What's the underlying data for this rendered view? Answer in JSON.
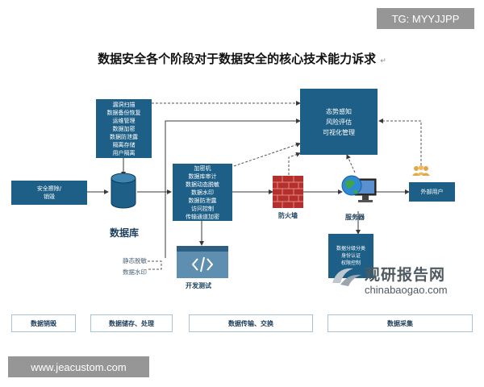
{
  "title": "数据安全各个阶段对于数据安全的核心技术能力诉求",
  "title_mark": "↵",
  "top_tag": "TG: MYYJJPP",
  "bottom_tag": "www.jeacustom.com",
  "boxes": {
    "security_erase": [
      "安全擦除/",
      "销毁"
    ],
    "storage": [
      "漏洞扫描",
      "数据备份恢复",
      "运维管理",
      "数据加密",
      "数据防泄露",
      "隔离存储",
      "用户隔离"
    ],
    "transfer": [
      "加密机",
      "数据库审计",
      "数据动态脱敏",
      "数据水印",
      "数据防泄露",
      "访问控制",
      "传输通道加密"
    ],
    "monitor": [
      "态势感知",
      "风险评估",
      "可视化管理"
    ],
    "collection": [
      "数据分级分类",
      "身份认证",
      "权限控制"
    ],
    "external_user": [
      "外部用户"
    ]
  },
  "labels": {
    "database": "数据库",
    "static_mask": "静态脱敏",
    "db_watermark": "数据水印",
    "dev_test": "开发测试",
    "firewall": "防火墙",
    "server": "服务器"
  },
  "phases": [
    "数据销毁",
    "数据储存、处理",
    "数据传输、交换",
    "数据采集"
  ],
  "source_logo": {
    "name": "观研报告网",
    "url": "chinabaogao.com"
  },
  "colors": {
    "box_fill": "#1d5f86",
    "line": "#3a3a3a",
    "dashed": "#555555",
    "firewall": "#b5302c",
    "phase_border": "#a9c2d6"
  },
  "icons": [
    "database-icon",
    "code-icon",
    "firewall-icon",
    "server-icon",
    "users-icon",
    "logo-icon"
  ]
}
